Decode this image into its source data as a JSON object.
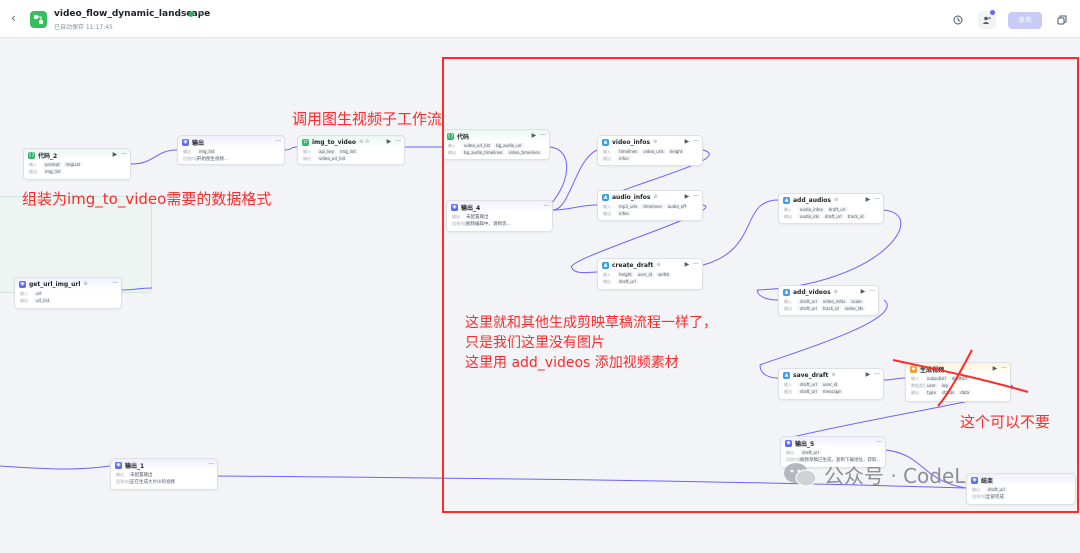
{
  "header": {
    "title": "video_flow_dynamic_landscape",
    "autosave": "已自动保存 11:17:45",
    "publish_label": "发布"
  },
  "icons": {
    "back": "chevron-left-icon",
    "info": "info-icon",
    "verified": "check-circle-icon",
    "edit": "edit-icon",
    "history": "history-icon",
    "collaborators": "users-icon",
    "copy": "copy-icon"
  },
  "colors": {
    "brand_green": "#35bd5e",
    "annotation_red": "#ff2a2a",
    "edge_blue": "#6b63ff",
    "publish_disabled": "#c7cbf5"
  },
  "nodes": {
    "code2": {
      "title": "代码_2",
      "in_label": "输入",
      "in1": "prompt",
      "in2": "imgList",
      "out_label": "输出",
      "out1": "img_list"
    },
    "output_top": {
      "title": "输出",
      "in_label": "输出",
      "in1": "img_list",
      "out_label": "回答内容",
      "text": "开始图生视频..."
    },
    "img_to_video": {
      "title": "img_to_video",
      "in_label": "输入",
      "in1": "api_key",
      "in2": "img_list",
      "out_label": "输出",
      "out1": "video_url_list"
    },
    "code": {
      "title": "代码",
      "in_label": "输入",
      "in1": "video_url_list",
      "in2": "bg_audio_url",
      "out_label": "输出",
      "out1": "bg_audio_timelines",
      "out2": "video_timelines"
    },
    "output4": {
      "title": "输出_4",
      "in_label": "输出",
      "in1": "未配置输出",
      "out_label": "回答内容",
      "text": "视频编辑中，请稍等..."
    },
    "video_infos": {
      "title": "video_infos",
      "in_label": "输入",
      "in1": "timelines",
      "in2": "video_urls",
      "in3": "height",
      "out_label": "输出",
      "out1": "infos"
    },
    "audio_infos": {
      "title": "audio_infos",
      "in_label": "输入",
      "in1": "mp3_urls",
      "in2": "timelines",
      "in3": "audio_eff",
      "out_label": "输出",
      "out1": "infos"
    },
    "create_draft": {
      "title": "create_draft",
      "in_label": "输入",
      "in1": "height",
      "in2": "user_id",
      "in3": "width",
      "out_label": "输出",
      "out1": "draft_url"
    },
    "add_audios": {
      "title": "add_audios",
      "in_label": "输入",
      "in1": "audio_infos",
      "in2": "draft_url",
      "out_label": "输出",
      "out1": "audio_ids",
      "out2": "draft_url",
      "out3": "track_id"
    },
    "add_videos": {
      "title": "add_videos",
      "in_label": "输入",
      "in1": "draft_url",
      "in2": "video_infos",
      "in3": "scale",
      "out_label": "输出",
      "out1": "draft_url",
      "out2": "track_id",
      "out3": "video_ids"
    },
    "save_draft": {
      "title": "save_draft",
      "in_label": "输入",
      "in1": "draft_url",
      "in2": "user_id",
      "out_label": "输出",
      "out1": "draft_url",
      "out2": "message"
    },
    "gen_video": {
      "title": "生成视频",
      "in_label": "输入",
      "in1": "outputUrl",
      "in2": "draftUrl",
      "mid_label": "数据类型",
      "mid1": "user",
      "mid2": "log",
      "out_label": "输出",
      "out1": "type",
      "out2": "status",
      "out3": "data"
    },
    "output5": {
      "title": "输出_5",
      "in_label": "输出",
      "in1": "draft_url",
      "out_label": "回答内容",
      "text": "视频草稿已生成，复制下载地址，获取..."
    },
    "output1": {
      "title": "输出_1",
      "in_label": "输出",
      "in1": "未配置输出",
      "out_label": "回答内容",
      "text": "正在生成大片UI的视频"
    },
    "get_url": {
      "title": "get_url_img_url",
      "in_label": "输入",
      "in1": "url",
      "out_label": "输出",
      "out1": "url_list"
    },
    "end": {
      "title": "结束",
      "in_label": "输出",
      "in1": "draft_url",
      "out_label": "回答内容",
      "text": "全部完成"
    }
  },
  "annotations": {
    "call_subflow": "调用图生视频子工作流",
    "assemble": "组装为img_to_video需要的数据格式",
    "explain1": "这里就和其他生成剪映草稿流程一样了，",
    "explain2": "只是我们这里没有图片",
    "explain3": "这里用 add_videos 添加视频素材",
    "optional": "这个可以不要"
  },
  "watermark": {
    "text": "公众号 · CodeL"
  }
}
